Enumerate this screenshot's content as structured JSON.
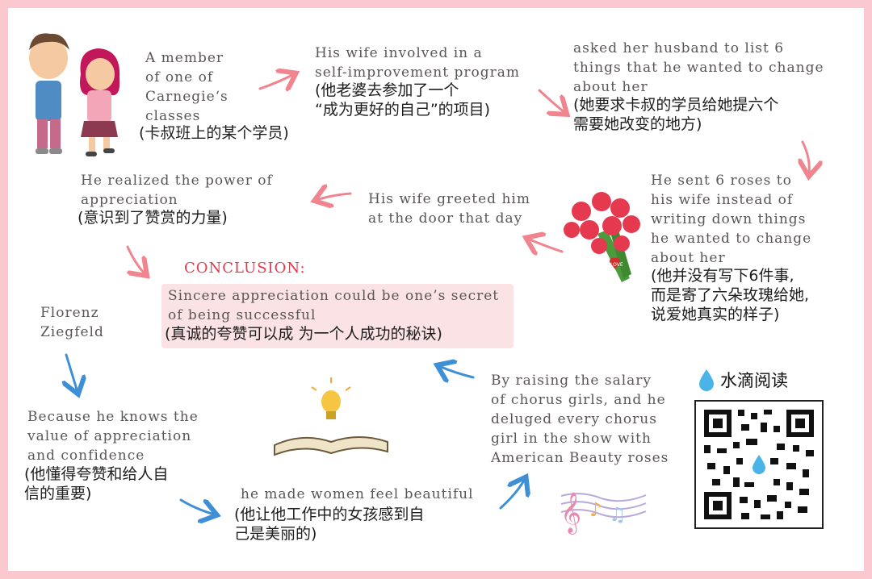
{
  "nodes": {
    "member_en": "A member\nof one of\nCarnegie‘s\nclasses",
    "member_cn": "(卡叔班上的某个学员)",
    "wife_en": "His wife involved in a\nself-improvement program",
    "wife_cn": "(他老婆去参加了一个\n“成为更好的自己”的项目)",
    "asked_en": "asked her husband to list 6\nthings that he wanted to change\nabout her",
    "asked_cn": "(她要求卡叔的学员给她提六个\n   需要她改变的地方)",
    "roses_en": "He sent 6 roses to\nhis wife instead of\nwriting down things\nhe wanted to change\nabout her",
    "roses_cn": "(他并没有写下6件事,\n而是寄了六朵玫瑰给她,\n说爱她真实的样子)",
    "greeted_en": "His wife greeted him\nat the door that day",
    "realized_en": "He realized the power of\nappreciation",
    "realized_cn": "(意识到了赞赏的力量)",
    "florenz_en": "Florenz\nZiegfeld",
    "because_en": "Because he knows the\nvalue of appreciation\nand confidence",
    "because_cn": "(他懂得夸赞和给人自\n信的重要)",
    "women_en": "he made women feel beautiful",
    "women_cn": "(他让他工作中的女孩感到自\n  己是美丽的)",
    "raising_en": "By raising the salary\nof chorus girls, and he\ndeluged every chorus\ngirl in the show with\nAmerican Beauty roses"
  },
  "conclusion": {
    "title": "CONCLUSION:",
    "en": "Sincere appreciation could be one’s secret\nof being successful",
    "cn": "(真诚的夸赞可以成 为一个人成功的秘诀)"
  },
  "brand": {
    "name": "水滴阅读",
    "icon": "water-drop-icon"
  },
  "rose_tag": "LOVE",
  "colors": {
    "frame": "#fbc8cf",
    "arrow_pink": "#f0848f",
    "arrow_blue": "#3d8fd6",
    "conclusion_red": "#e33a4d",
    "conclusion_bg": "#fbe2e4"
  }
}
